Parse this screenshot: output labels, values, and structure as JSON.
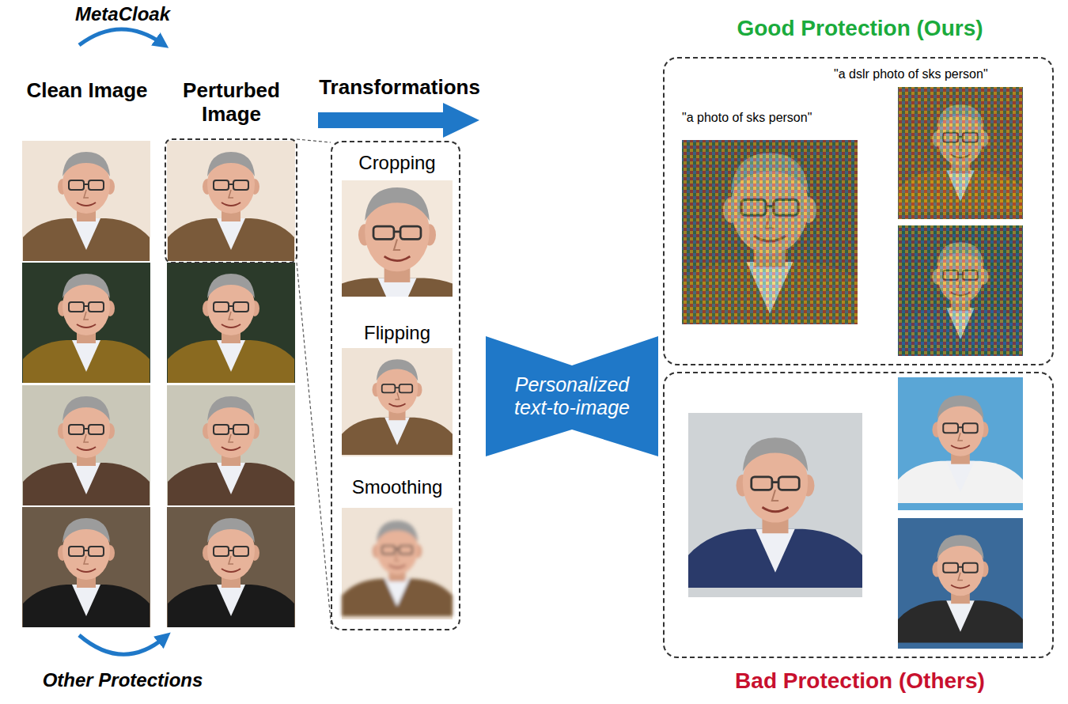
{
  "diagram": {
    "nodes": [
      {
        "text": [
          "Cropping",
          "Flipping",
          "Smoothing"
        ]
      },
      {
        "text": [
          "Personalized text-to-image"
        ]
      },
      {
        "text": [
          "Good Protection (Ours)",
          "\"a photo of sks person\"",
          "\"a dslr photo of sks person\""
        ]
      },
      {
        "text": [
          "Bad Protection (Others)"
        ]
      }
    ],
    "labels": [
      "MetaCloak",
      "Clean Image",
      "Perturbed Image",
      "Transformations",
      "Other Protections"
    ]
  }
}
